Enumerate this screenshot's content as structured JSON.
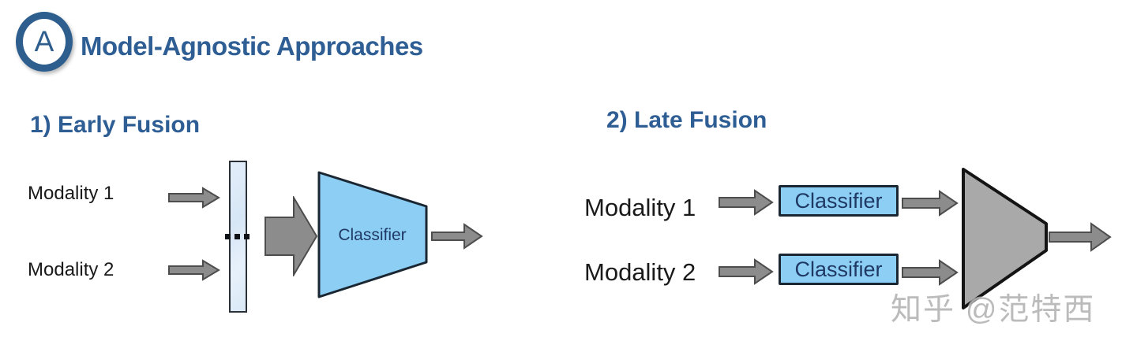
{
  "header": {
    "badge_letter": "A",
    "title": "Model-Agnostic Approaches"
  },
  "early_fusion": {
    "heading": "1) Early Fusion",
    "modality1_label": "Modality 1",
    "modality2_label": "Modality 2",
    "classifier_label": "Classifier"
  },
  "late_fusion": {
    "heading": "2) Late Fusion",
    "modality1_label": "Modality 1",
    "modality2_label": "Modality 2",
    "classifier1_label": "Classifier",
    "classifier2_label": "Classifier"
  },
  "watermark": "知乎 @范特西",
  "colors": {
    "accent_blue": "#2E5E94",
    "badge_ring_blue": "#2E5E8E",
    "shape_fill_blue": "#8DCFF4",
    "concat_bar_blue": "#DDE9F6",
    "classifier_text_navy": "#1F3864",
    "arrow_gray": "#8C8C8C",
    "arrow_stroke_gray": "#4D4D4D",
    "fusion_triangle_gray": "#A9A9A9",
    "shape_stroke_dark": "#1A2733"
  }
}
